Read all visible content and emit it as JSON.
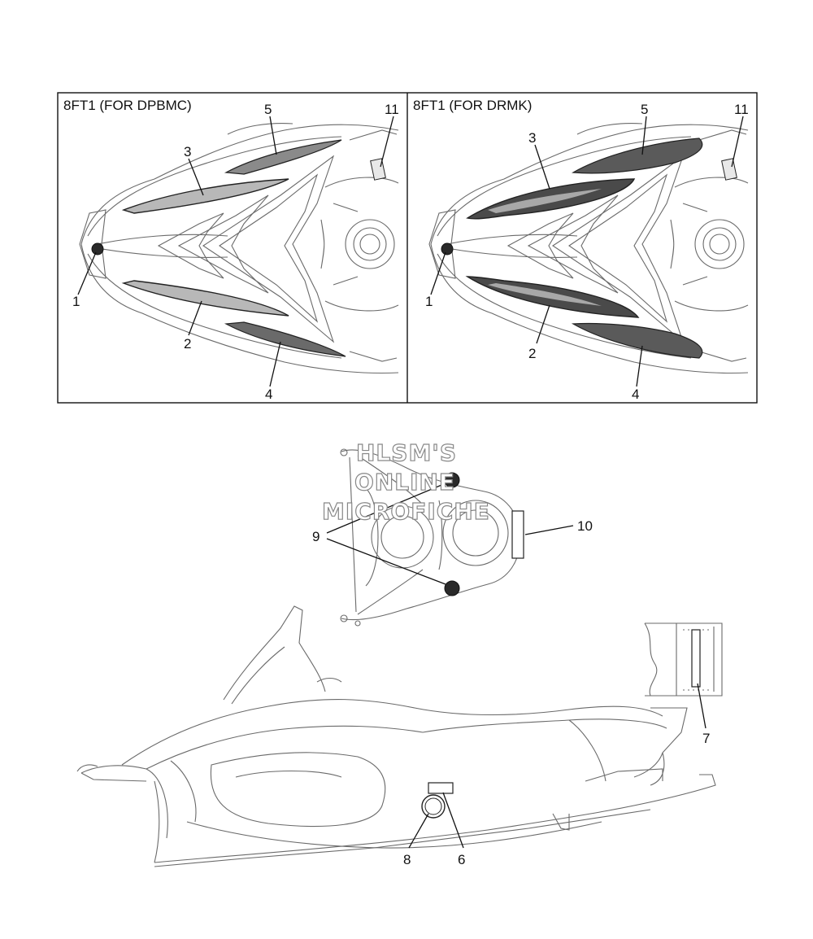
{
  "panels": {
    "left_title": "8FT1 (FOR DPBMC)",
    "right_title": "8FT1 (FOR DRMK)"
  },
  "callouts": {
    "left": [
      "1",
      "2",
      "3",
      "4",
      "5",
      "11"
    ],
    "right": [
      "1",
      "2",
      "3",
      "4",
      "5",
      "11"
    ],
    "bottom": [
      "6",
      "7",
      "8",
      "9",
      "10"
    ]
  },
  "watermark": {
    "line1": "HLSM'S",
    "line2": "ONLINE",
    "line3": "MICROFICHE"
  },
  "colors": {
    "outline": "#6a6a6a",
    "ink": "#111111",
    "decal_dark": "#2a2a2a",
    "decal_mid": "#8a8a8a"
  }
}
